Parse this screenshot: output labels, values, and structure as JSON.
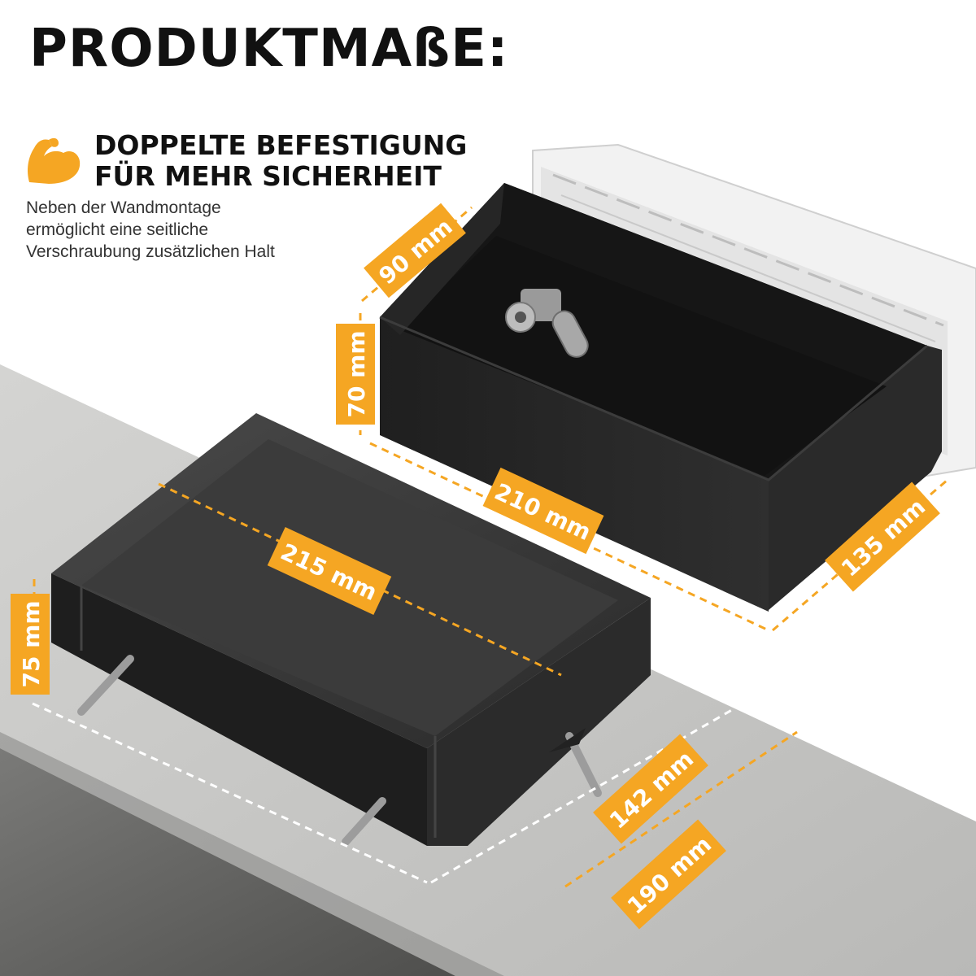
{
  "title": "PRODUKTMAßE:",
  "feature": {
    "icon": "flexed-arm-icon",
    "heading_line1": "DOPPELTE BEFESTIGUNG",
    "heading_line2": "FÜR MEHR SICHERHEIT",
    "text_line1": "Neben der Wandmontage",
    "text_line2": "ermöglicht eine seitliche",
    "text_line3": "Verschraubung zusätzlichen Halt"
  },
  "dimensions": {
    "upper_box": {
      "depth": "90 mm",
      "height": "70 mm",
      "width": "210 mm",
      "side": "135 mm"
    },
    "lower_box": {
      "length": "215 mm",
      "height": "75 mm",
      "inner_depth": "142 mm",
      "outer_depth": "190 mm"
    }
  },
  "colors": {
    "accent": "#F5A623",
    "box": "#2B2B2B",
    "box_top": "#3A3A3A",
    "box_interior": "#1A1A1A",
    "text": "#111111",
    "concrete": "#C9C9C7",
    "concrete_dark": "#6E6E6C"
  }
}
